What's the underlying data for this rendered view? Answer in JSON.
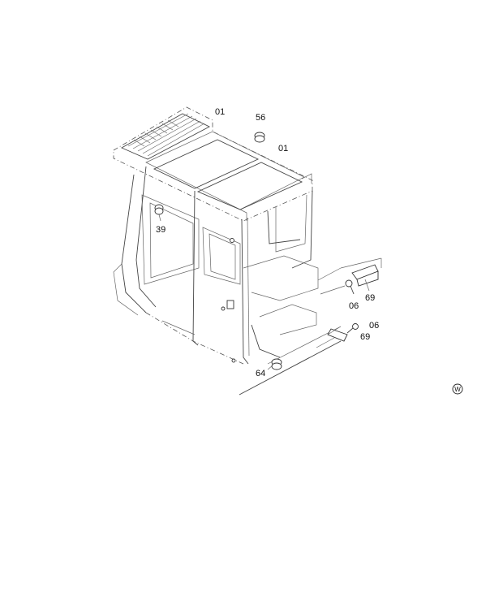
{
  "diagram": {
    "part_labels": {
      "p01_top": "01",
      "p56": "56",
      "p01_right": "01",
      "p39": "39",
      "p06_upper": "06",
      "p69_upper": "69",
      "p06_lower": "06",
      "p69_lower": "69",
      "p64": "64"
    },
    "corner_mark": "W"
  }
}
